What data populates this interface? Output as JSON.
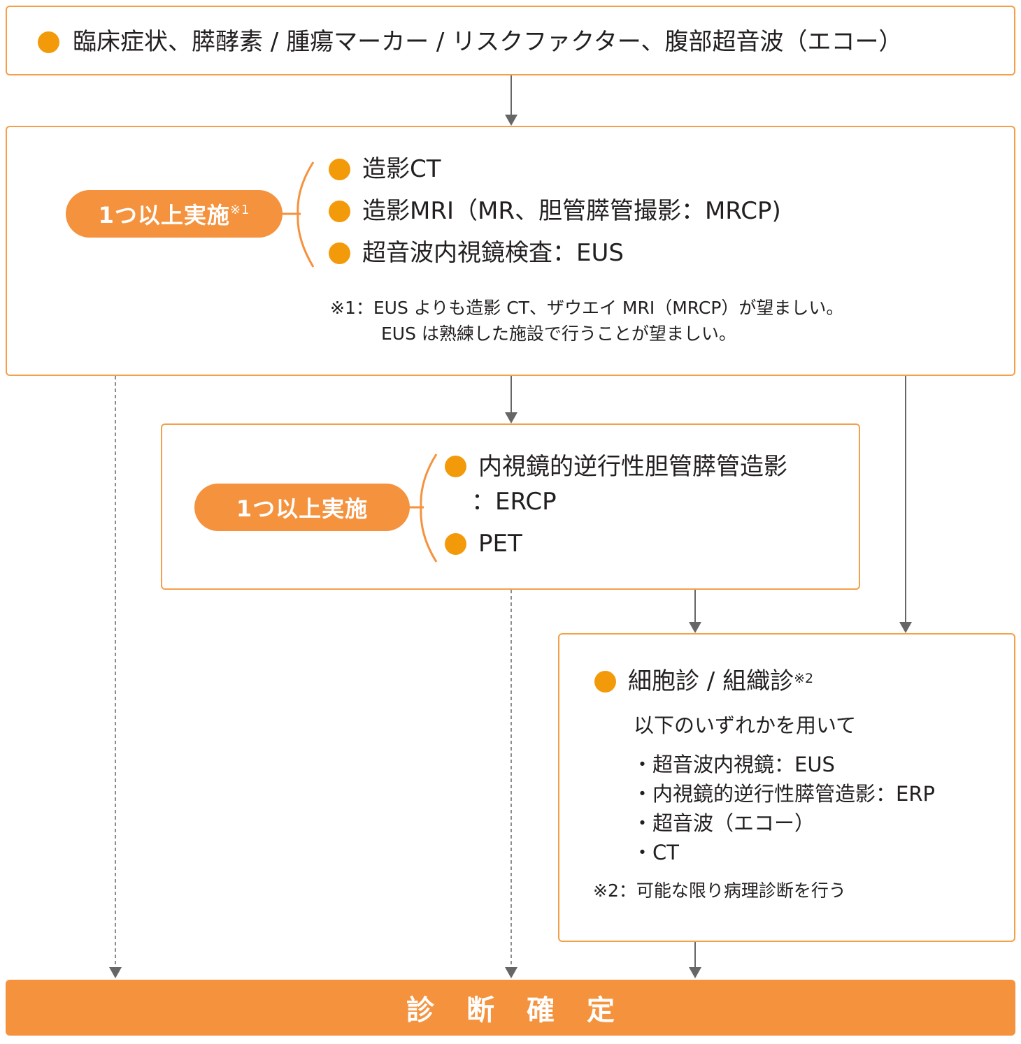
{
  "colors": {
    "accent": "#f5923e",
    "border": "#f4a04a",
    "bullet": "#f39a0a",
    "arrow": "#666666"
  },
  "step1": {
    "text": "臨床症状、膵酵素 / 腫瘍マーカー / リスクファクター、腹部超音波（エコー）"
  },
  "step2": {
    "pill_label": "1つ以上実施",
    "pill_mark": "※1",
    "items": [
      "造影CT",
      "造影MRI（MR、胆管膵管撮影：MRCP)",
      "超音波内視鏡検査：EUS"
    ],
    "note_line1": "※1：EUS よりも造影 CT、ザウエイ MRI（MRCP）が望ましい。",
    "note_line2": "EUS は熟練した施設で行うことが望ましい。"
  },
  "step3": {
    "pill_label": "1つ以上実施",
    "items": [
      "内視鏡的逆行性胆管膵管造影",
      "：ERCP",
      "PET"
    ]
  },
  "step4": {
    "title": "細胞診 / 組織診",
    "title_mark": "※2",
    "intro": "以下のいずれかを用いて",
    "methods": [
      "・超音波内視鏡：EUS",
      "・内視鏡的逆行性膵管造影：ERP",
      "・超音波（エコー）",
      "・CT"
    ],
    "note": "※2：可能な限り病理診断を行う"
  },
  "final": {
    "label": "診断確定"
  }
}
